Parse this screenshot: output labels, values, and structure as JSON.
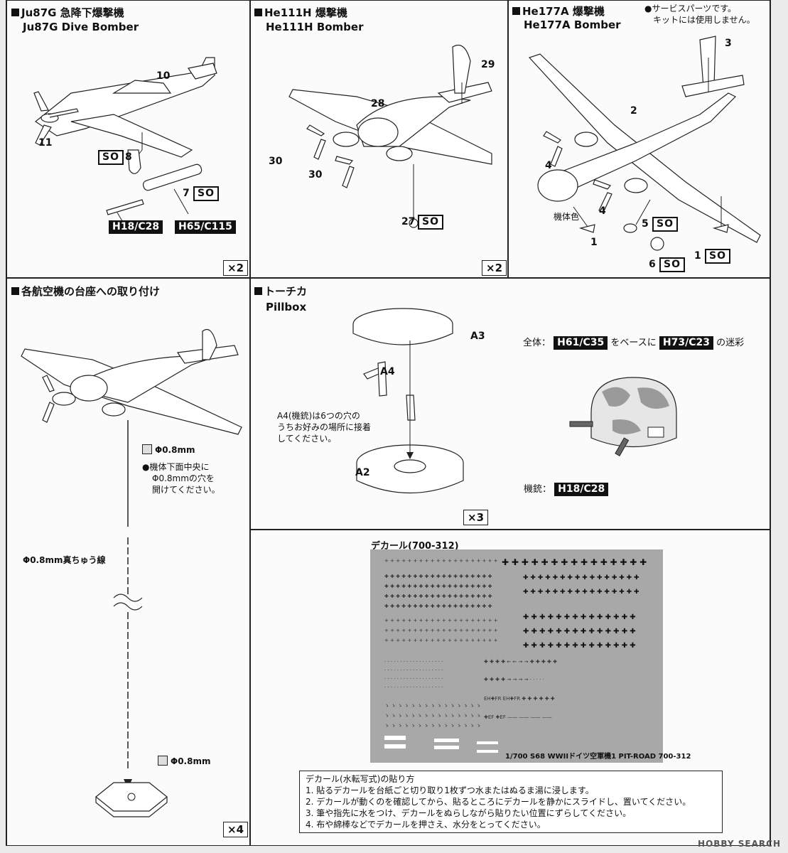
{
  "panels": {
    "ju87": {
      "title_jp": "Ju87G 急降下爆撃機",
      "title_en": "Ju87G Dive Bomber",
      "parts": [
        "10",
        "11",
        "8",
        "7"
      ],
      "so_marks": [
        "SO",
        "SO"
      ],
      "paints": [
        "H18/C28",
        "H65/C115"
      ],
      "multiplier": "×2"
    },
    "he111": {
      "title_jp": "He111H 爆撃機",
      "title_en": "He111H Bomber",
      "parts": [
        "29",
        "28",
        "30",
        "30",
        "27"
      ],
      "so_mark": "SO",
      "multiplier": "×2"
    },
    "he177": {
      "title_jp": "He177A 爆撃機",
      "title_en": "He177A Bomber",
      "note_line1": "●サービスパーツです。",
      "note_line2": "キットには使用しません。",
      "parts": [
        "3",
        "2",
        "4",
        "4",
        "1",
        "5",
        "6",
        "1"
      ],
      "body_color_label": "機体色",
      "so_marks": [
        "SO",
        "SO",
        "SO"
      ]
    },
    "mount": {
      "title_jp": "各航空機の台座への取り付け",
      "drill_label": "Φ0.8mm",
      "note_line1": "●機体下面中央に",
      "note_line2": "Φ0.8mmの穴を",
      "note_line3": "開けてください。",
      "wire_label": "Φ0.8mm真ちゅう線",
      "drill_label2": "Φ0.8mm",
      "multiplier": "×4"
    },
    "pillbox": {
      "title_jp": "トーチカ",
      "title_en": "Pillbox",
      "part_a3": "A3",
      "part_a4": "A4",
      "part_a2": "A2",
      "note_line1": "A4(機銃)は6つの穴の",
      "note_line2": "うちお好みの場所に接着",
      "note_line3": "してください。",
      "paint_prefix": "全体：",
      "paint_base": "H61/C35",
      "paint_mid": "をベースに",
      "paint_camo": "H73/C23",
      "paint_suffix": "の迷彩",
      "gun_label": "機銃：",
      "gun_paint": "H18/C28",
      "multiplier": "×3"
    },
    "decal": {
      "title": "デカール(700-312)",
      "footer": "1/700 S68 WWIIドイツ空軍機1  PIT-ROAD 700-312",
      "howto_title": "デカール(水転写式)の貼り方",
      "steps": [
        "1. 貼るデカールを台紙ごと切り取り1枚ずつ水またはぬるま湯に浸します。",
        "2. デカールが動くのを確認してから、貼るところにデカールを静かにスライドし、置いてください。",
        "3. 筆や指先に水をつけ、デカールをぬらしながら貼りたい位置にずらしてください。",
        "4. 布や綿棒などでデカールを押さえ、水分をとってください。"
      ]
    }
  },
  "watermark": "HOBBY SEARCH"
}
